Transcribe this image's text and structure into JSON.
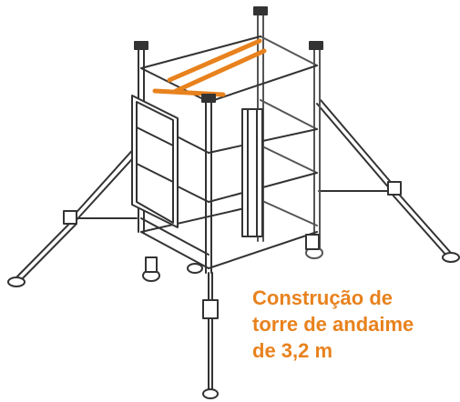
{
  "caption": {
    "lines": [
      "Construção de",
      "torre de andaime",
      "de 3,2 m"
    ]
  },
  "colors": {
    "accent": "#e8821e",
    "line": "#333333",
    "background": "#ffffff"
  },
  "icons": [
    "scaffold-tower-illustration"
  ]
}
